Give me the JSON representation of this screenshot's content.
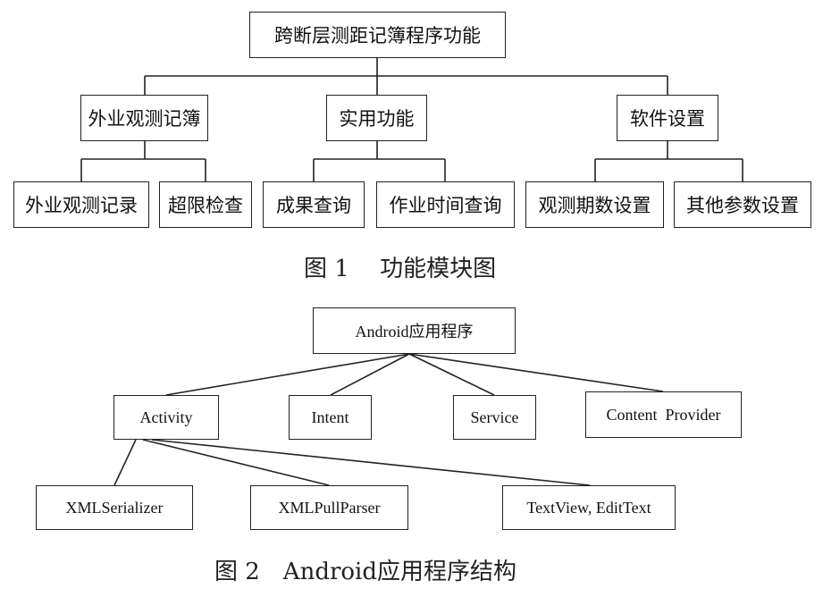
{
  "figure1": {
    "root": "跨断层测距记簿程序功能",
    "groups": [
      "外业观测记簿",
      "实用功能",
      "软件设置"
    ],
    "leaves": [
      "外业观测记录",
      "超限检查",
      "成果查询",
      "作业时间查询",
      "观测期数设置",
      "其他参数设置"
    ],
    "caption": "图 1　 功能模块图"
  },
  "figure2": {
    "root": "Android应用程序",
    "components": [
      "Activity",
      "Intent",
      "Service",
      "Content  Provider"
    ],
    "leaves": [
      "XMLSerializer",
      "XMLPullParser",
      "TextView, EditText"
    ],
    "caption": "图 2　Android应用程序结构"
  }
}
